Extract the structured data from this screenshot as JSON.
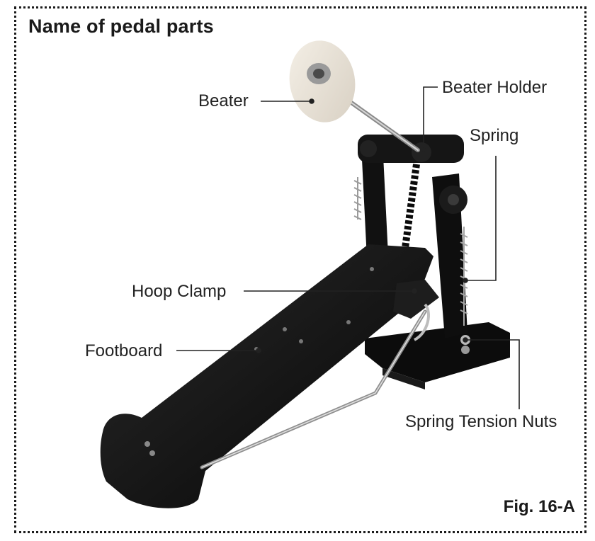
{
  "title": "Name of pedal parts",
  "figure_label": "Fig. 16-A",
  "parts": {
    "beater": "Beater",
    "beater_holder": "Beater Holder",
    "spring": "Spring",
    "hoop_clamp": "Hoop Clamp",
    "footboard": "Footboard",
    "spring_tension_nuts": "Spring Tension Nuts"
  }
}
